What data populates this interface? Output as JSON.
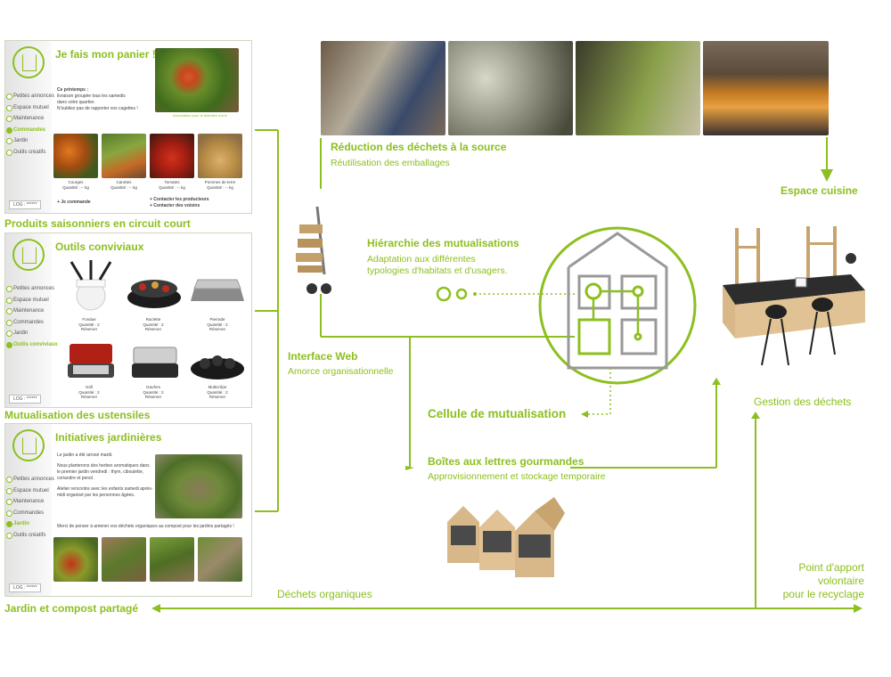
{
  "colors": {
    "accent": "#8cbf1f"
  },
  "panels": [
    {
      "title": "Je fais mon panier !",
      "menu": [
        "Petites annonces",
        "Espace mutuel",
        "Maintenance",
        "Commandes",
        "Jardin",
        "Outils créatifs"
      ],
      "active": 3,
      "intro": [
        "Ce printemps :",
        "livraison groupée tous les samedis",
        "dans votre quartier.",
        "N'oubliez pas de rapporter vos cagettes !"
      ],
      "photo_caption": "Association pour le Maintien d'une",
      "items": [
        {
          "name": "Courges",
          "qty": "Quantité : -- kg"
        },
        {
          "name": "Carottes",
          "qty": "Quantité : -- kg"
        },
        {
          "name": "Tomates",
          "qty": "Quantité : -- kg"
        },
        {
          "name": "Pommes de terre",
          "qty": "Quantité : -- kg"
        }
      ],
      "order": "+ Je commande",
      "contacts": [
        "+ Contacter les producteurs",
        "+ Contacter des voisins"
      ],
      "log": "LOG : ******",
      "section": "Produits saisonniers en circuit court"
    },
    {
      "title": "Outils conviviaux",
      "menu": [
        "Petites annonces",
        "Espace mutuel",
        "Maintenance",
        "Commandes",
        "Jardin",
        "Outils conviviaux"
      ],
      "active": 5,
      "items": [
        {
          "name": "Fondue",
          "qty": "Quantité : 2",
          "action": "Réserver"
        },
        {
          "name": "Raclette",
          "qty": "Quantité : 2",
          "action": "Réserver"
        },
        {
          "name": "Pierrade",
          "qty": "Quantité : 2",
          "action": "Réserver"
        },
        {
          "name": "Grill",
          "qty": "Quantité : 2",
          "action": "Réserver"
        },
        {
          "name": "Gaufres",
          "qty": "Quantité : 2",
          "action": "Réserver"
        },
        {
          "name": "Multicrêpe",
          "qty": "Quantité : 2",
          "action": "Réserver"
        }
      ],
      "log": "LOG : ******",
      "section": "Mutualisation des ustensiles"
    },
    {
      "title": "Initiatives jardinières",
      "menu": [
        "Petites annonces",
        "Espace mutuel",
        "Maintenance",
        "Commandes",
        "Jardin",
        "Outils créatifs"
      ],
      "active": 4,
      "bullets": [
        "Le jardin a été arrosé mardi.",
        "Nous planterons des herbes aromatiques dans le premier jardin vendredi : thym, ciboulette, coriandre et persil.",
        "Atelier rencontre avec les enfants samedi après-midi organisé par les personnes âgées."
      ],
      "note": "Merci de penser à amener vos déchets organiques au compost pour les jardins partagés !",
      "log": "LOG : ******",
      "section": "Jardin et compost partagé"
    }
  ],
  "diagram": {
    "reduction_title": "Réduction des déchets à la source",
    "reduction_sub": "Réutilisation des emballages",
    "espace_cuisine": "Espace cuisine",
    "hierarchie_title": "Hiérarchie des mutualisations",
    "hierarchie_sub1": "Adaptation aux différentes",
    "hierarchie_sub2": "typologies d'habitats et d'usagers.",
    "interface_title": "Interface Web",
    "interface_sub": "Amorce organisationnelle",
    "cellule": "Cellule de mutualisation",
    "boites_title": "Boîtes aux lettres gourmandes",
    "boites_sub": "Approvisionnement et stockage temporaire",
    "gestion": "Gestion des déchets",
    "point1": "Point d'apport",
    "point2": "volontaire",
    "point3": "pour le recyclage",
    "dechets": "Déchets organiques"
  }
}
